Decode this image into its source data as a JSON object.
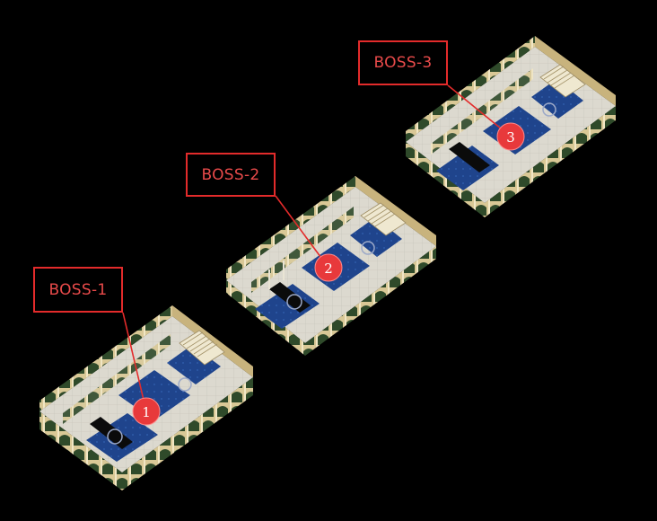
{
  "bosses": [
    {
      "label": "BOSS-1",
      "marker": "1"
    },
    {
      "label": "BOSS-2",
      "marker": "2"
    },
    {
      "label": "BOSS-3",
      "marker": "3"
    }
  ],
  "colors": {
    "background": "#000000",
    "label_border": "#e32b2b",
    "label_text": "#e84a4a",
    "marker_fill": "#e8393b",
    "floor": "#d9d6cc",
    "carpet": "#1d3f84",
    "wall": "#d8c79a"
  }
}
